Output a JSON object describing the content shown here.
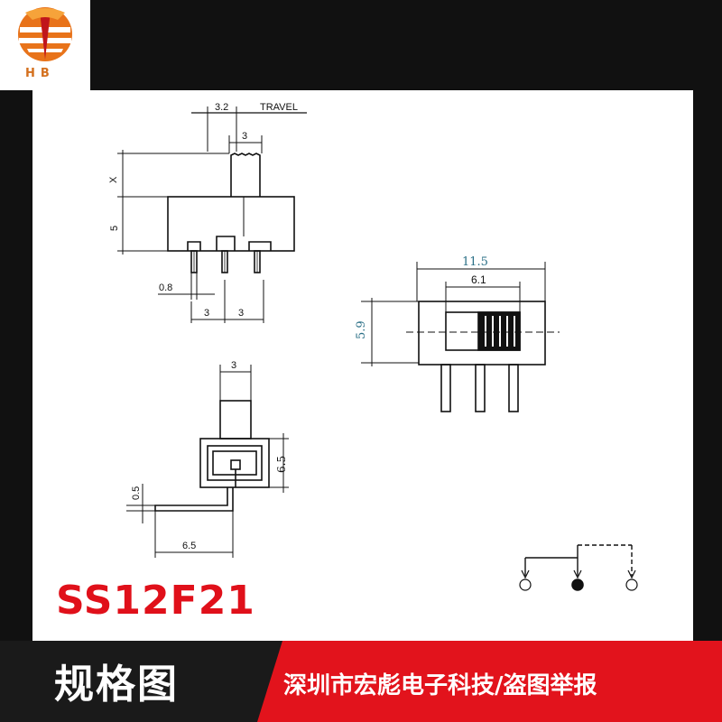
{
  "logo": {
    "text": "HB",
    "icon": "hb-logo-icon"
  },
  "drawing": {
    "side_view": {
      "travel": "3.2",
      "travel_label": "TRAVEL",
      "knob_width": "3",
      "knob_height": "X",
      "body_height": "5",
      "pin_width": "0.8",
      "pitch_left": "3",
      "pitch_right": "3"
    },
    "top_view": {
      "body_length": "11.5",
      "slot_length": "6.1",
      "body_width": "5.9"
    },
    "end_view": {
      "knob_width": "3",
      "height": "6.5",
      "lead_thickness": "0.5",
      "lead_length": "6.5"
    },
    "schematic": {
      "icon": "spdt-switch-symbol-icon"
    }
  },
  "model": "SS12F21",
  "footer": {
    "title": "规格图",
    "company": "深圳市宏彪电子科技/盗图举报"
  },
  "colors": {
    "accent_red": "#e2131c",
    "frame_dark": "#111111",
    "logo_orange": "#d4701e",
    "dimension_teal": "#2a6f86"
  }
}
